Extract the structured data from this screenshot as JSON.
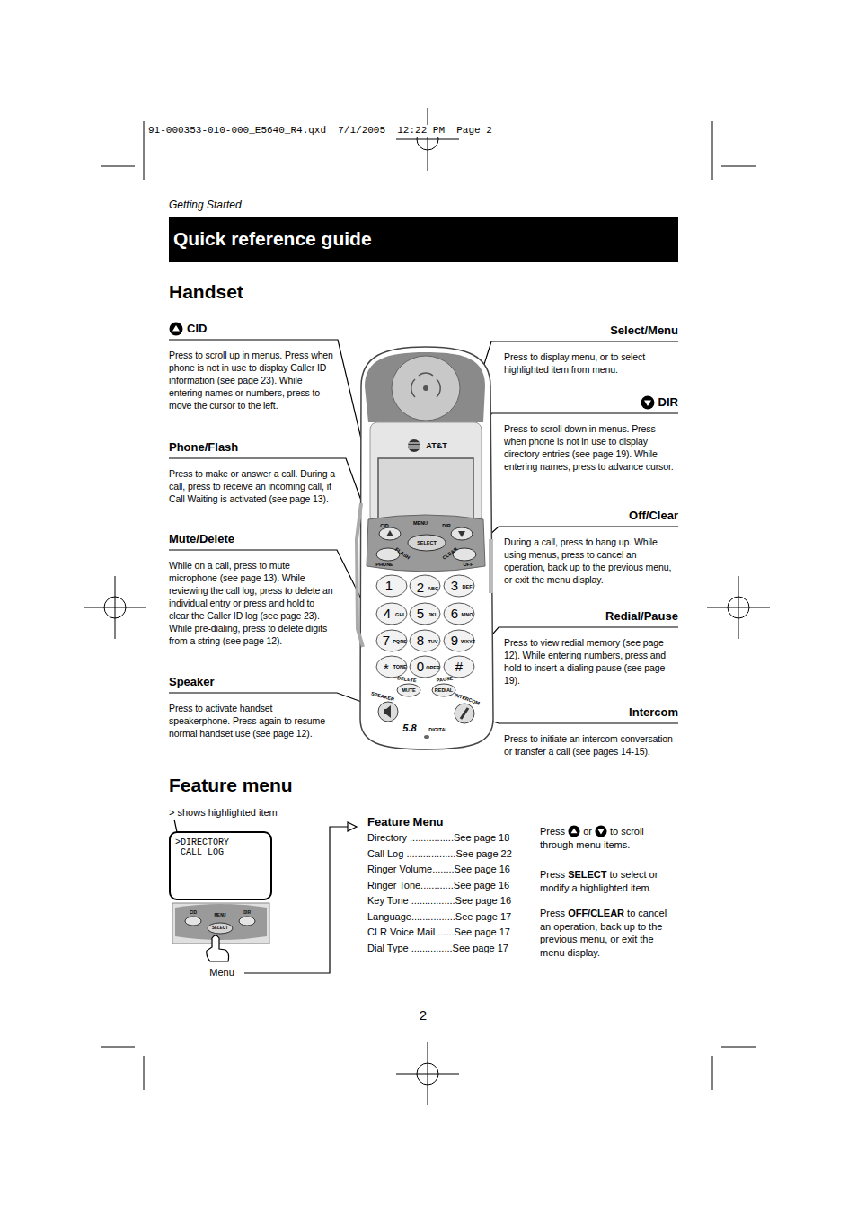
{
  "diagram": {
    "title": "Quick reference guide",
    "nodes": [
      {
        "text": [
          "CID",
          "Press to scroll up in menus. Press when phone is not in use to display Caller ID information (see page 23). While entering names or numbers, press to move the cursor to the left."
        ]
      },
      {
        "text": [
          "Select/Menu",
          "Press to display menu, or to select highlighted item from menu."
        ]
      },
      {
        "text": [
          "DIR",
          "Press to scroll down in menus. Press when phone is not in use to display directory entries (see page 19). While entering names, press to advance cursor."
        ]
      },
      {
        "text": [
          "Phone/Flash",
          "Press to make or answer a call. During a call, press to receive an incoming call, if Call Waiting is activated (see page 13)."
        ]
      },
      {
        "text": [
          "Off/Clear",
          "During a call, press to hang up. While using menus, press to cancel an operation, back up to the previous menu, or exit the menu display."
        ]
      },
      {
        "text": [
          "Mute/Delete",
          "While on a call, press to mute microphone (see page 13). While reviewing the call log, press to delete an individual entry or press and hold to clear the Caller ID log (see page 23). While pre-dialing, press to delete digits from a string (see page 12)."
        ]
      },
      {
        "text": [
          "Redial/Pause",
          "Press to view redial memory (see page 12). While entering numbers, press and hold to insert a dialing pause (see page 19)."
        ]
      },
      {
        "text": [
          "Speaker",
          "Press to activate handset speakerphone. Press again to resume normal handset use (see page 12)."
        ]
      },
      {
        "text": [
          "Intercom",
          "Press to initiate an intercom conversation or transfer a call (see pages 14-15)."
        ]
      },
      {
        "text": [
          ">DIRECTORY",
          " CALL LOG"
        ]
      },
      {
        "text": [
          "Feature Menu",
          "Directory ................See page 18",
          "Call Log ..................See page 22",
          "Ringer Volume........See page 16",
          "Ringer Tone............See page 16",
          "Key Tone ................See page 16",
          "Language................See page 17",
          "CLR Voice Mail ......See page 17",
          "Dial Type ...............See page 17"
        ]
      }
    ],
    "labels": [
      "91-000353-010-000_E5640_R4.qxd  7/1/2005  12:22 PM  Page 2",
      "Getting Started",
      "Handset",
      "AT&T",
      "CID",
      "MENU",
      "DIR",
      "SELECT",
      "FLASH",
      "CLEAR",
      "PHONE",
      "OFF",
      "1",
      "2",
      "ABC",
      "3",
      "DEF",
      "4",
      "GHI",
      "5",
      "JKL",
      "6",
      "MNO",
      "7",
      "PQRS",
      "8",
      "TUV",
      "9",
      "WXYZ",
      "*",
      "TONE",
      "0",
      "OPER",
      "#",
      "DELETE",
      "PAUSE",
      "MUTE",
      "REDIAL",
      "SPEAKER",
      "INTERCOM",
      "5.8",
      "DIGITAL",
      "Feature menu",
      "> shows highlighted item",
      "CID",
      "MENU",
      "DIR",
      "SELECT",
      "Menu",
      "Press",
      "or",
      "to scroll through menu items.",
      "Press",
      "SELECT",
      "to select or modify a highlighted item.",
      "Press",
      "OFF/CLEAR",
      "to cancel an operation, back up to the previous menu, or exit the menu display.",
      "2"
    ]
  }
}
